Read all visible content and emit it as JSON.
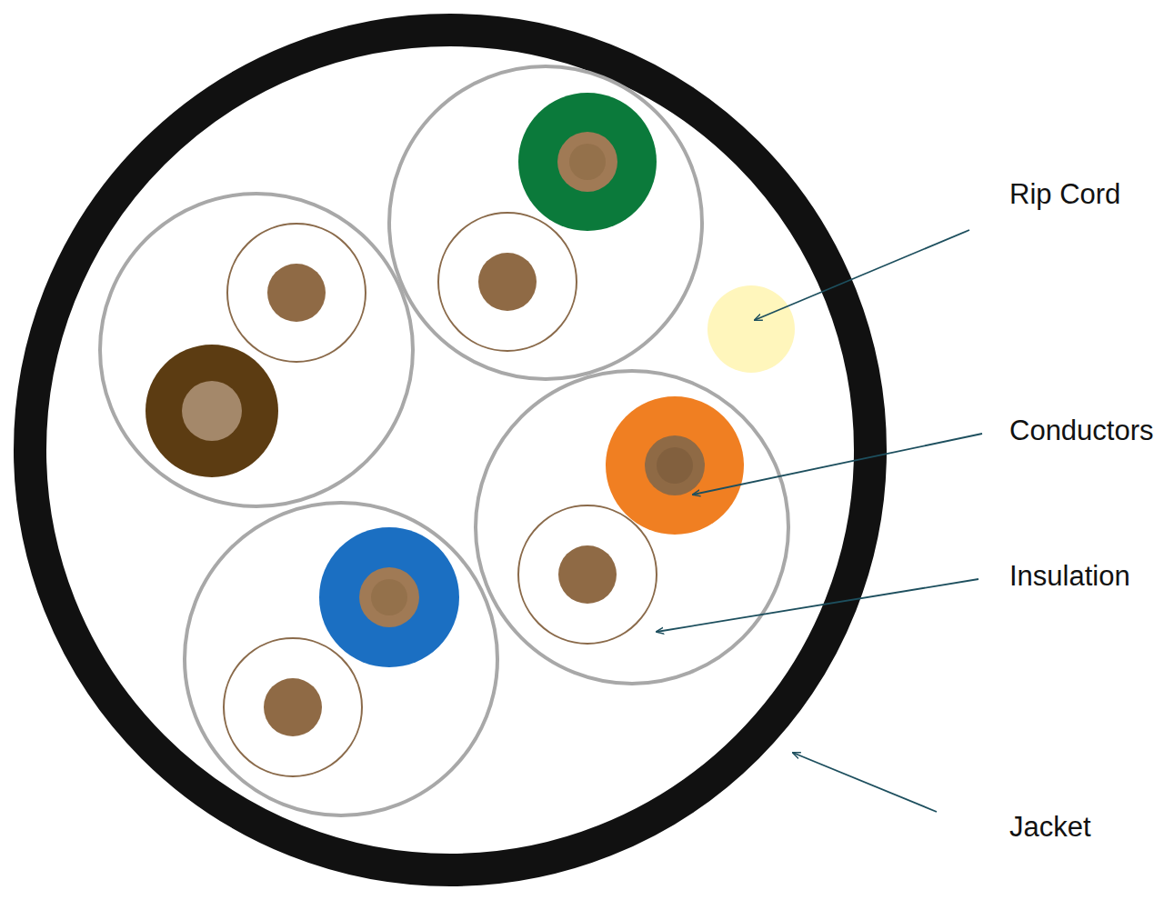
{
  "diagram": {
    "labels": [
      "Rip Cord",
      "Conductors",
      "Insulation",
      "Jacket"
    ]
  }
}
